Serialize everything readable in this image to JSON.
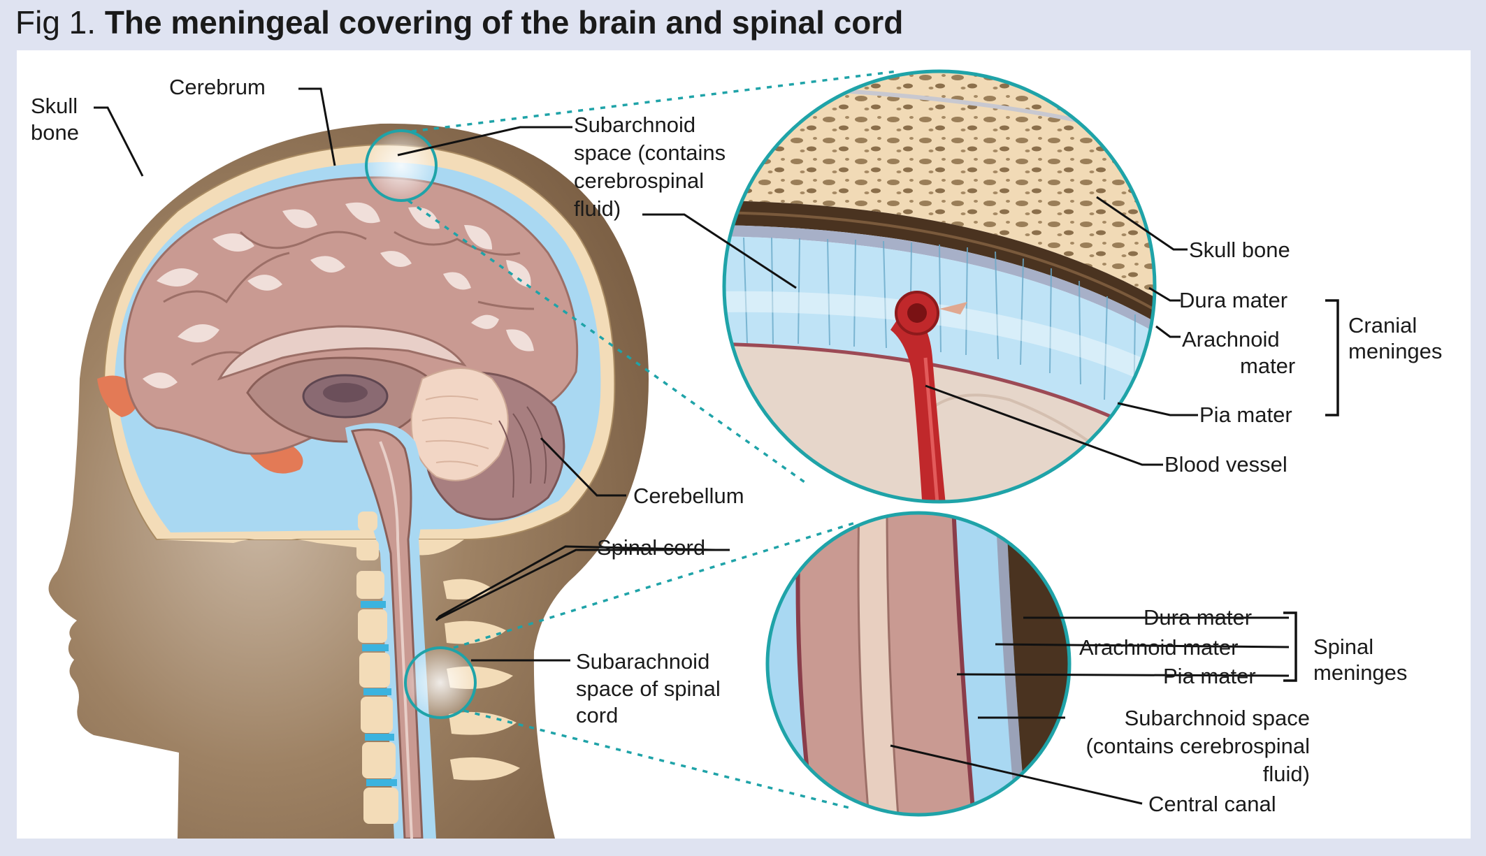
{
  "title": {
    "number": "Fig 1.",
    "text": "The meningeal covering of the brain and spinal cord"
  },
  "labels": {
    "skull_bone_left_1": "Skull",
    "skull_bone_left_2": "bone",
    "cerebrum": "Cerebrum",
    "subarachnoid_1": "Subarchnoid",
    "subarachnoid_2": "space (contains",
    "subarachnoid_3": "cerebrospinal",
    "subarachnoid_4": "fluid)",
    "cerebellum": "Cerebellum",
    "spinal_cord": "Spinal cord",
    "sub_spinal_1": "Subarachnoid",
    "sub_spinal_2": "space of spinal",
    "sub_spinal_3": "cord",
    "skull_bone_right": "Skull bone",
    "dura_cranial": "Dura mater",
    "arachnoid_cranial_1": "Arachnoid",
    "arachnoid_cranial_2": "mater",
    "pia_cranial": "Pia mater",
    "blood_vessel": "Blood vessel",
    "cranial_meninges_1": "Cranial",
    "cranial_meninges_2": "meninges",
    "dura_spinal": "Dura mater",
    "arachnoid_spinal": "Arachnoid mater",
    "pia_spinal": "Pia mater",
    "spinal_meninges_1": "Spinal",
    "spinal_meninges_2": "meninges",
    "sub_csf_1": "Subarchnoid space",
    "sub_csf_2": "(contains cerebrospinal",
    "sub_csf_3": "fluid)",
    "central_canal": "Central canal"
  },
  "colors": {
    "skin": "#8c6e50",
    "skull_bone": "#f3dcb8",
    "csf": "#a9d8f2",
    "brain": "#c99a92",
    "dura": "#4a3320",
    "vessel": "#c0282b",
    "teal_outline": "#1fa3a8"
  }
}
